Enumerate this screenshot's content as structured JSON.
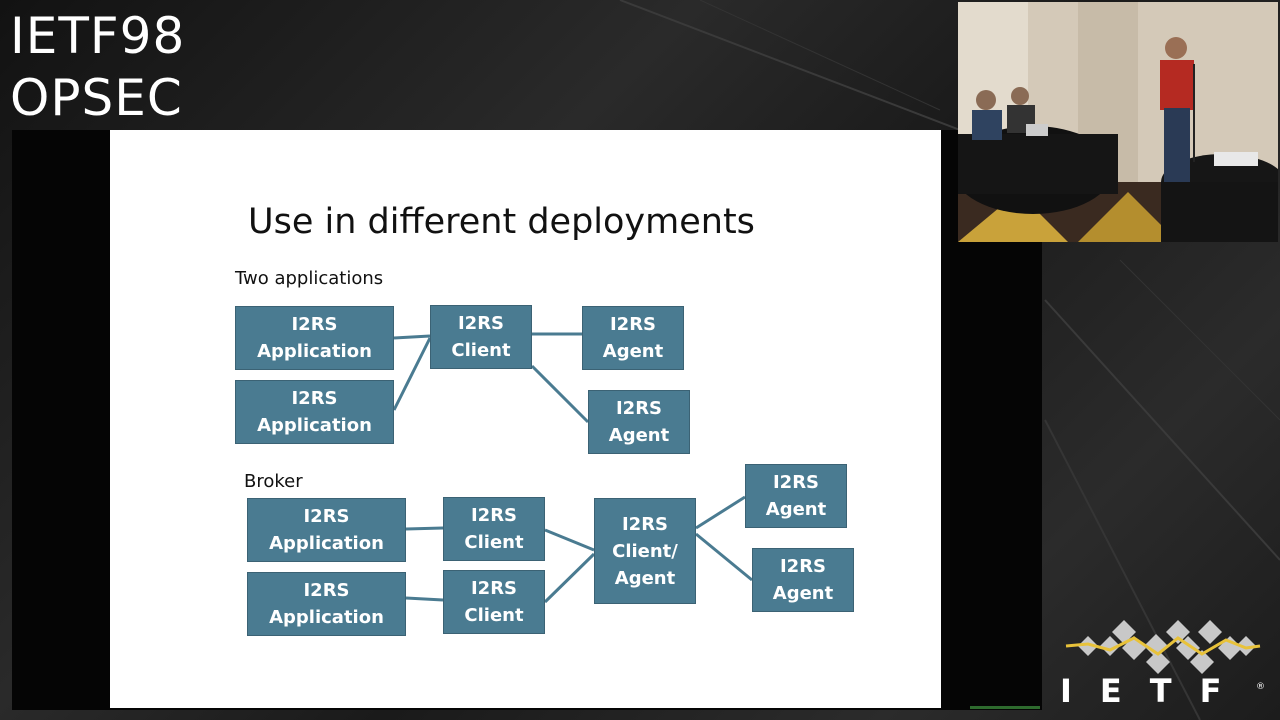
{
  "header": {
    "line1": "IETF98",
    "line2": "OPSEC"
  },
  "slide": {
    "heading": "Use in different deployments",
    "sections": {
      "two_applications": "Two applications",
      "broker": "Broker"
    },
    "boxes": {
      "app_1": [
        "I2RS",
        "Application"
      ],
      "app_2": [
        "I2RS",
        "Application"
      ],
      "client_1": [
        "I2RS",
        "Client"
      ],
      "agent_1": [
        "I2RS",
        "Agent"
      ],
      "agent_2": [
        "I2RS",
        "Agent"
      ],
      "broker_app_1": [
        "I2RS",
        "Application"
      ],
      "broker_app_2": [
        "I2RS",
        "Application"
      ],
      "broker_client_1": [
        "I2RS",
        "Client"
      ],
      "broker_client_2": [
        "I2RS",
        "Client"
      ],
      "broker_client_agent": [
        "I2RS",
        "Client/",
        "Agent"
      ],
      "broker_agent_1": [
        "I2RS",
        "Agent"
      ],
      "broker_agent_2": [
        "I2RS",
        "Agent"
      ]
    },
    "colors": {
      "box_fill": "#4a7b91",
      "box_border": "#3b6274",
      "connector": "#4a7b91"
    }
  },
  "logo": {
    "wordmark": "IETF",
    "trademark": "®",
    "colors": {
      "diamond": "#c8c8c8",
      "wave": "#e8c23a"
    }
  },
  "video_inset": {
    "description_icon": "camera-feed-icon"
  }
}
